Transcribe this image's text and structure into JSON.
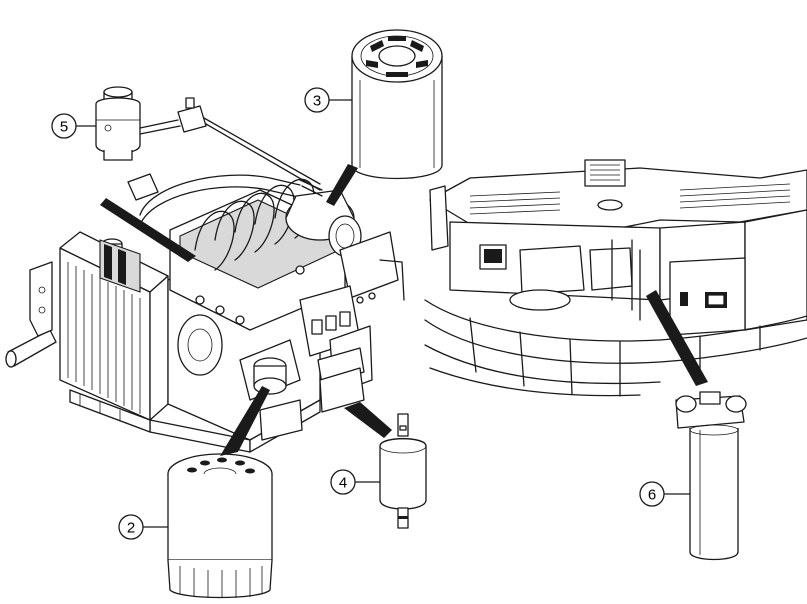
{
  "callouts": [
    {
      "id": "1",
      "label": "2"
    },
    {
      "id": "2",
      "label": "3"
    },
    {
      "id": "3",
      "label": "4"
    },
    {
      "id": "4",
      "label": "5"
    },
    {
      "id": "5",
      "label": "6"
    }
  ],
  "colors": {
    "line": "#1a1a1a",
    "background": "#ffffff",
    "shade": "#d9d9d9"
  }
}
